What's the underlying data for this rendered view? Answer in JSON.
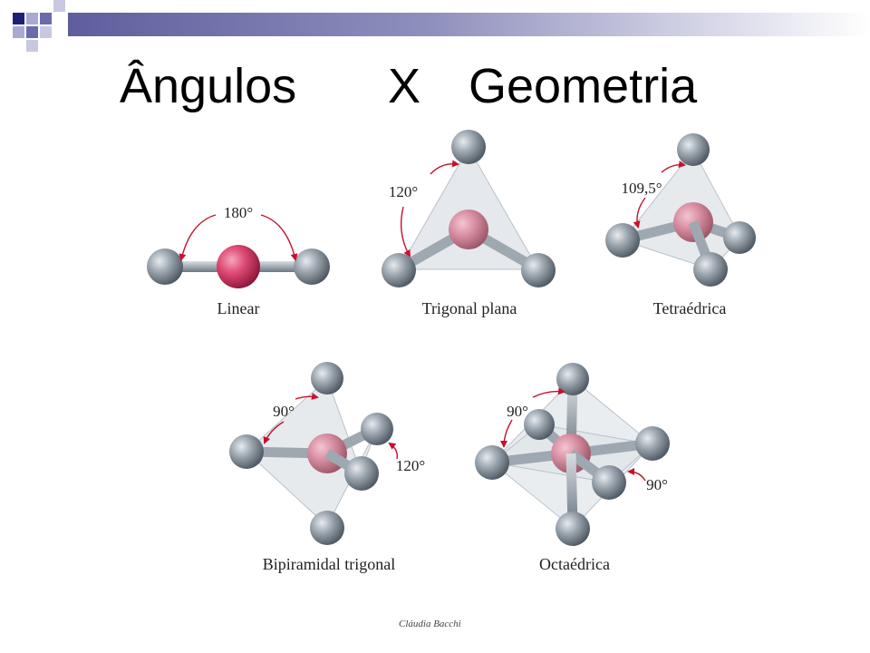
{
  "slide": {
    "title_part1": "Ângulos",
    "title_part2": "X",
    "title_part3": "Geometria",
    "footer": "Cláudia Bacchi"
  },
  "colors": {
    "header_dark": "#1f1f7a",
    "header_mid": "#6a6aad",
    "header_light": "#a9a9d4",
    "atom_center": "#e0507a",
    "atom_outer": "#8a949e",
    "arrow": "#c8102e"
  },
  "geometries": [
    {
      "name": "Linear",
      "angles": [
        "180°"
      ]
    },
    {
      "name": "Trigonal plana",
      "angles": [
        "120°"
      ]
    },
    {
      "name": "Tetraédrica",
      "angles": [
        "109,5°"
      ]
    },
    {
      "name": "Bipiramidal trigonal",
      "angles": [
        "90°",
        "120°"
      ]
    },
    {
      "name": "Octaédrica",
      "angles": [
        "90°",
        "90°"
      ]
    }
  ]
}
